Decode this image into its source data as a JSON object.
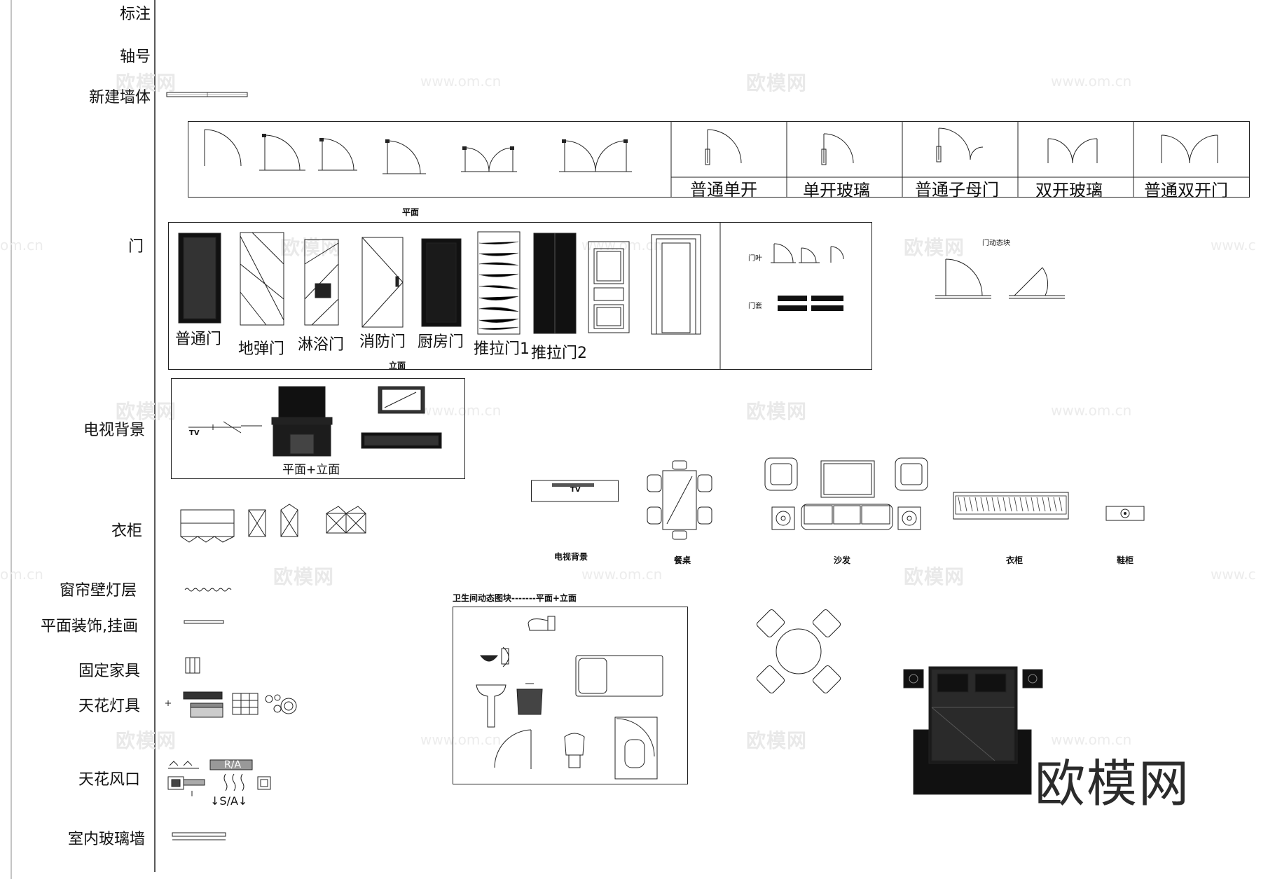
{
  "row_labels": {
    "annotation": "标注",
    "axis_number": "轴号",
    "new_wall": "新建墙体",
    "door": "门",
    "tv_background": "电视背景",
    "wardrobe": "衣柜",
    "curtain_sconce": "窗帘壁灯层",
    "plane_decor": "平面装饰,挂画",
    "fixed_furniture": "固定家具",
    "ceiling_lights": "天花灯具",
    "ceiling_vents": "天花风口",
    "glass_wall": "室内玻璃墙"
  },
  "door_plan": {
    "caption": "平面",
    "types": [
      "普通单开",
      "单开玻璃",
      "普通子母门",
      "双开玻璃",
      "普通双开门"
    ]
  },
  "door_elevation": {
    "caption": "立面",
    "types": [
      "普通门",
      "地弹门",
      "淋浴门",
      "消防门",
      "厨房门",
      "推拉门1",
      "推拉门2"
    ],
    "leaf_label": "门叶",
    "frame_label": "门套",
    "dynamic_block": "门动态块"
  },
  "tv_block": {
    "caption": "平面+立面",
    "tv_mark": "TV"
  },
  "furniture": {
    "tv_background": "电视背景",
    "dining_table": "餐桌",
    "sofa": "沙发",
    "wardrobe": "衣柜",
    "shoe_cabinet": "鞋柜"
  },
  "bathroom": {
    "title": "卫生间动态图块-------平面+立面"
  },
  "vents": {
    "ra": "R/A",
    "sa": "↓S/A↓"
  },
  "watermark": {
    "logo": "欧模网",
    "url": "www.om.cn",
    "url_short": "om.cn",
    "url_edge": "www.c"
  },
  "brand": "欧模网"
}
